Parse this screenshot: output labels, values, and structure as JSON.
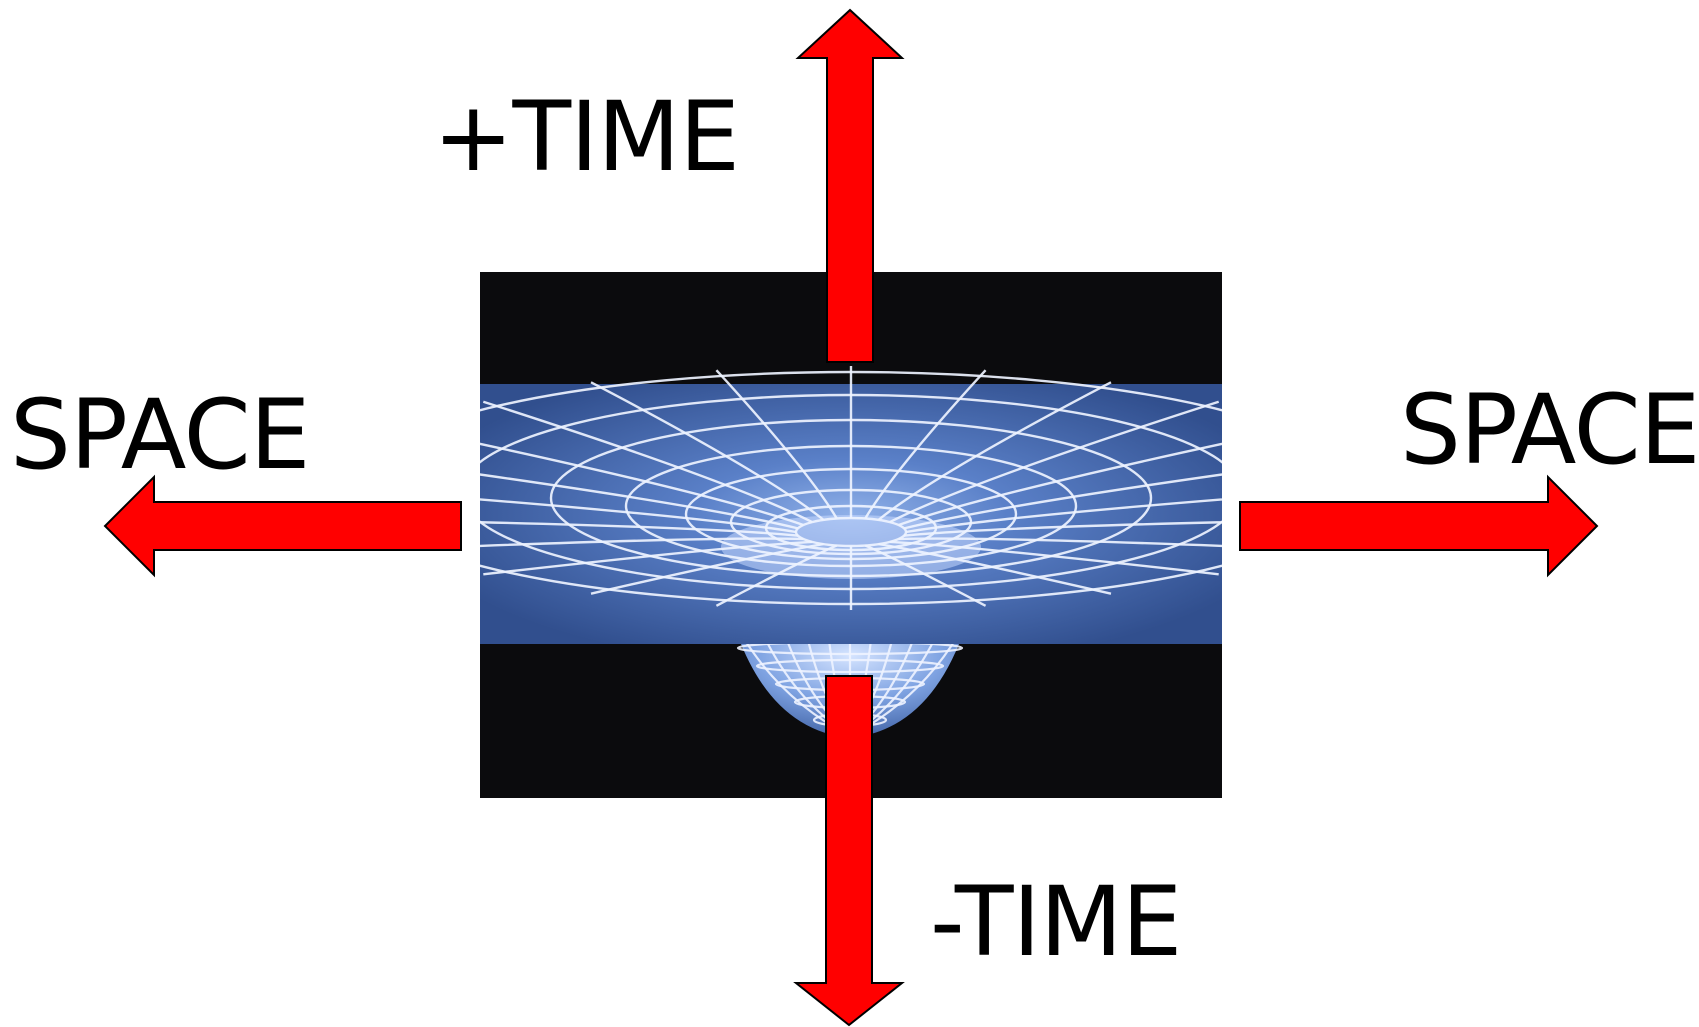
{
  "labels": {
    "time_positive": "+TIME",
    "time_negative": "-TIME",
    "space_left": "SPACE",
    "space_right": "SPACE"
  },
  "colors": {
    "arrow_fill": "#ff0000",
    "arrow_stroke": "#000000",
    "background": "#ffffff",
    "image_background": "#0b0b0d",
    "surface_fill": "#3f63a8",
    "grid_lines": "#eef3ff"
  },
  "image": {
    "subject": "spacetime-curvature-funnel"
  }
}
